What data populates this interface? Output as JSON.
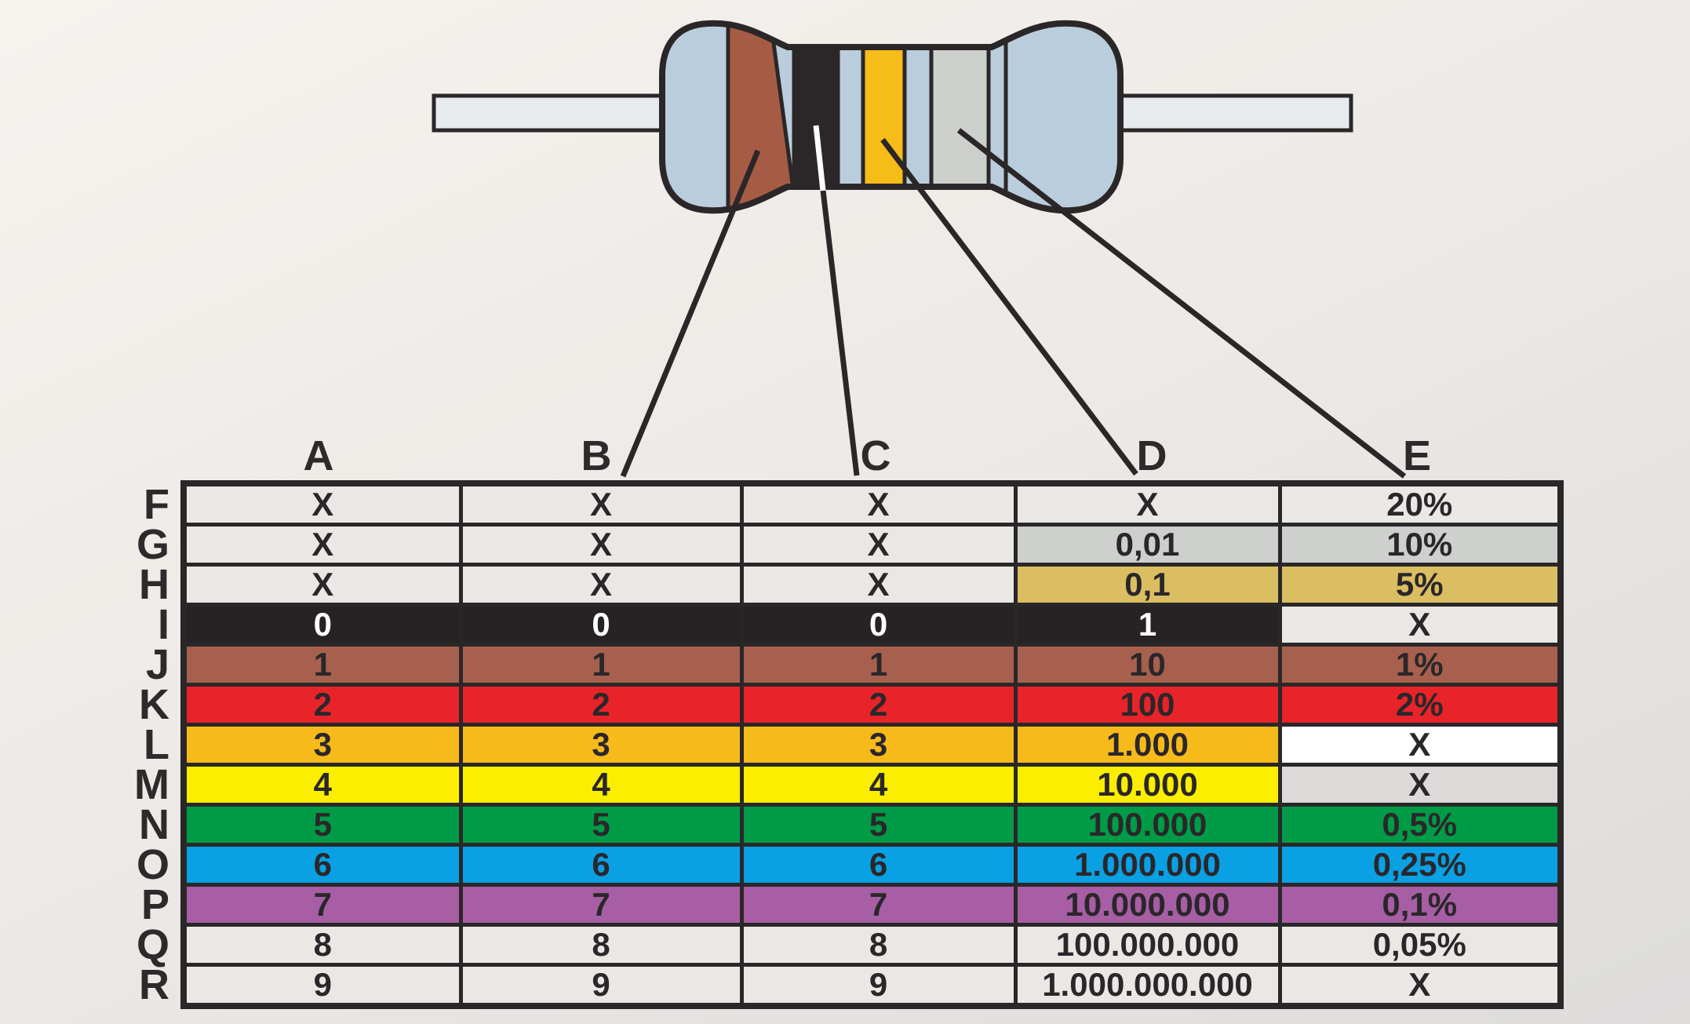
{
  "resistor": {
    "body_color": "#bacddc",
    "lead_color": "#e7ebee",
    "outline_color": "#2b2728",
    "bands": [
      {
        "name": "brown-band",
        "color": "#a65c44",
        "points_to": "B"
      },
      {
        "name": "black-band",
        "color": "#2b2728",
        "points_to": "C"
      },
      {
        "name": "yellow-band",
        "color": "#f6bd18",
        "points_to": "D"
      },
      {
        "name": "silver-band",
        "color": "#cdcfcc",
        "points_to": "E"
      }
    ],
    "pointer_line_color": "#2b2728",
    "pointer_line_on_black_color": "#ffffff"
  },
  "table": {
    "column_headers": [
      "A",
      "B",
      "C",
      "D",
      "E"
    ],
    "row_labels": [
      "F",
      "G",
      "H",
      "I",
      "J",
      "K",
      "L",
      "M",
      "N",
      "O",
      "P",
      "Q",
      "R"
    ],
    "palette": {
      "default": "#eae8e5",
      "silver": "#cdd0cd",
      "gold": "#dcbe62",
      "black": "#272324",
      "brown": "#a8604e",
      "red": "#e82329",
      "orange": "#f6ba1b",
      "yellow": "#fcee00",
      "green": "#009b47",
      "blue": "#0aa0e4",
      "purple": "#a75ea4",
      "white": "#ffffff",
      "gray": "#dbdad8"
    },
    "text_colors": {
      "dark": "#2a272a",
      "light": "#ffffff"
    },
    "rows": [
      {
        "label": "F",
        "cells": [
          {
            "t": "X",
            "bg": "default",
            "fg": "dark"
          },
          {
            "t": "X",
            "bg": "default",
            "fg": "dark"
          },
          {
            "t": "X",
            "bg": "default",
            "fg": "dark"
          },
          {
            "t": "X",
            "bg": "default",
            "fg": "dark"
          },
          {
            "t": "20%",
            "bg": "default",
            "fg": "dark"
          }
        ]
      },
      {
        "label": "G",
        "cells": [
          {
            "t": "X",
            "bg": "default",
            "fg": "dark"
          },
          {
            "t": "X",
            "bg": "default",
            "fg": "dark"
          },
          {
            "t": "X",
            "bg": "default",
            "fg": "dark"
          },
          {
            "t": "0,01",
            "bg": "silver",
            "fg": "dark"
          },
          {
            "t": "10%",
            "bg": "silver",
            "fg": "dark"
          }
        ]
      },
      {
        "label": "H",
        "cells": [
          {
            "t": "X",
            "bg": "default",
            "fg": "dark"
          },
          {
            "t": "X",
            "bg": "default",
            "fg": "dark"
          },
          {
            "t": "X",
            "bg": "default",
            "fg": "dark"
          },
          {
            "t": "0,1",
            "bg": "gold",
            "fg": "dark"
          },
          {
            "t": "5%",
            "bg": "gold",
            "fg": "dark"
          }
        ]
      },
      {
        "label": "I",
        "cells": [
          {
            "t": "0",
            "bg": "black",
            "fg": "light"
          },
          {
            "t": "0",
            "bg": "black",
            "fg": "light"
          },
          {
            "t": "0",
            "bg": "black",
            "fg": "light"
          },
          {
            "t": "1",
            "bg": "black",
            "fg": "light"
          },
          {
            "t": "X",
            "bg": "default",
            "fg": "dark"
          }
        ]
      },
      {
        "label": "J",
        "cells": [
          {
            "t": "1",
            "bg": "brown",
            "fg": "dark"
          },
          {
            "t": "1",
            "bg": "brown",
            "fg": "dark"
          },
          {
            "t": "1",
            "bg": "brown",
            "fg": "dark"
          },
          {
            "t": "10",
            "bg": "brown",
            "fg": "dark"
          },
          {
            "t": "1%",
            "bg": "brown",
            "fg": "dark"
          }
        ]
      },
      {
        "label": "K",
        "cells": [
          {
            "t": "2",
            "bg": "red",
            "fg": "dark"
          },
          {
            "t": "2",
            "bg": "red",
            "fg": "dark"
          },
          {
            "t": "2",
            "bg": "red",
            "fg": "dark"
          },
          {
            "t": "100",
            "bg": "red",
            "fg": "dark"
          },
          {
            "t": "2%",
            "bg": "red",
            "fg": "dark"
          }
        ]
      },
      {
        "label": "L",
        "cells": [
          {
            "t": "3",
            "bg": "orange",
            "fg": "dark"
          },
          {
            "t": "3",
            "bg": "orange",
            "fg": "dark"
          },
          {
            "t": "3",
            "bg": "orange",
            "fg": "dark"
          },
          {
            "t": "1.000",
            "bg": "orange",
            "fg": "dark"
          },
          {
            "t": "X",
            "bg": "white",
            "fg": "dark"
          }
        ]
      },
      {
        "label": "M",
        "cells": [
          {
            "t": "4",
            "bg": "yellow",
            "fg": "dark"
          },
          {
            "t": "4",
            "bg": "yellow",
            "fg": "dark"
          },
          {
            "t": "4",
            "bg": "yellow",
            "fg": "dark"
          },
          {
            "t": "10.000",
            "bg": "yellow",
            "fg": "dark"
          },
          {
            "t": "X",
            "bg": "gray",
            "fg": "dark"
          }
        ]
      },
      {
        "label": "N",
        "cells": [
          {
            "t": "5",
            "bg": "green",
            "fg": "dark"
          },
          {
            "t": "5",
            "bg": "green",
            "fg": "dark"
          },
          {
            "t": "5",
            "bg": "green",
            "fg": "dark"
          },
          {
            "t": "100.000",
            "bg": "green",
            "fg": "dark"
          },
          {
            "t": "0,5%",
            "bg": "green",
            "fg": "dark"
          }
        ]
      },
      {
        "label": "O",
        "cells": [
          {
            "t": "6",
            "bg": "blue",
            "fg": "dark"
          },
          {
            "t": "6",
            "bg": "blue",
            "fg": "dark"
          },
          {
            "t": "6",
            "bg": "blue",
            "fg": "dark"
          },
          {
            "t": "1.000.000",
            "bg": "blue",
            "fg": "dark"
          },
          {
            "t": "0,25%",
            "bg": "blue",
            "fg": "dark"
          }
        ]
      },
      {
        "label": "P",
        "cells": [
          {
            "t": "7",
            "bg": "purple",
            "fg": "dark"
          },
          {
            "t": "7",
            "bg": "purple",
            "fg": "dark"
          },
          {
            "t": "7",
            "bg": "purple",
            "fg": "dark"
          },
          {
            "t": "10.000.000",
            "bg": "purple",
            "fg": "dark"
          },
          {
            "t": "0,1%",
            "bg": "purple",
            "fg": "dark"
          }
        ]
      },
      {
        "label": "Q",
        "cells": [
          {
            "t": "8",
            "bg": "default",
            "fg": "dark"
          },
          {
            "t": "8",
            "bg": "default",
            "fg": "dark"
          },
          {
            "t": "8",
            "bg": "default",
            "fg": "dark"
          },
          {
            "t": "100.000.000",
            "bg": "default",
            "fg": "dark"
          },
          {
            "t": "0,05%",
            "bg": "default",
            "fg": "dark"
          }
        ]
      },
      {
        "label": "R",
        "cells": [
          {
            "t": "9",
            "bg": "default",
            "fg": "dark"
          },
          {
            "t": "9",
            "bg": "default",
            "fg": "dark"
          },
          {
            "t": "9",
            "bg": "default",
            "fg": "dark"
          },
          {
            "t": "1.000.000.000",
            "bg": "default",
            "fg": "dark"
          },
          {
            "t": "X",
            "bg": "default",
            "fg": "dark"
          }
        ]
      }
    ]
  }
}
